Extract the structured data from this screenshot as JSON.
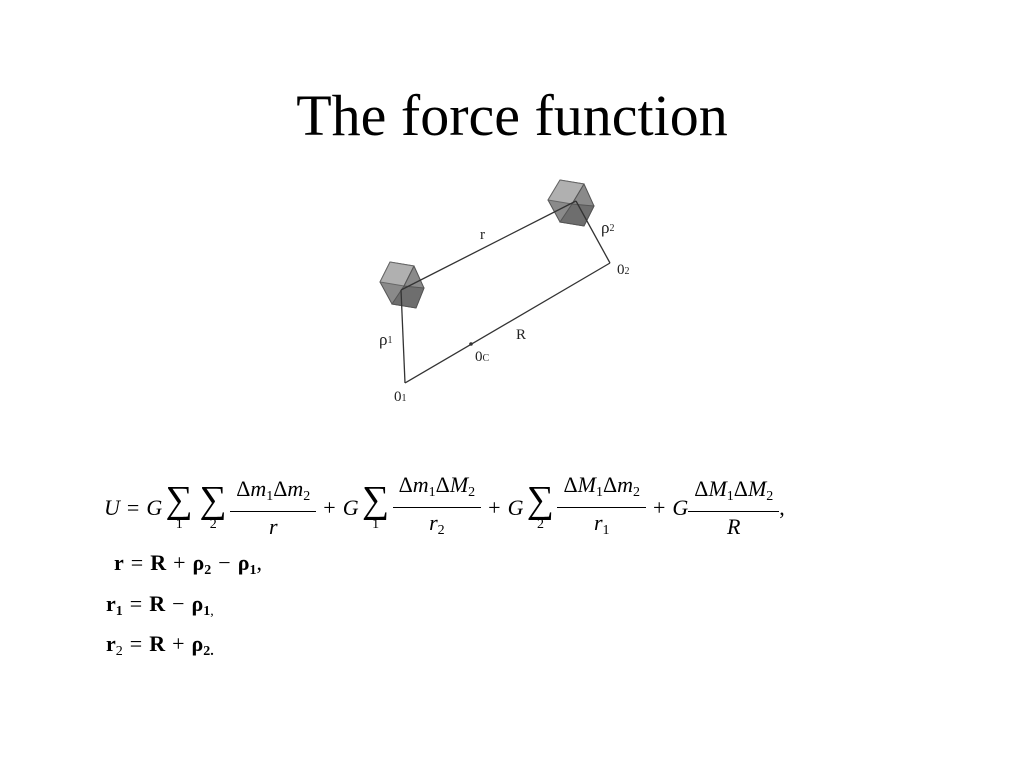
{
  "title": "The force function",
  "diagram": {
    "labels": {
      "r": "r",
      "rho2": "ρ",
      "rho2_sub": "2",
      "o2": "0",
      "o2_sub": "2",
      "R": "R",
      "rho1": "ρ",
      "rho1_sub": "1",
      "oc": "0",
      "oc_sub": "C",
      "o1": "0",
      "o1_sub": "1"
    }
  },
  "equations": {
    "U": "U",
    "eq": "=",
    "G": "G",
    "plus": "+",
    "minus": "−",
    "sigma": "∑",
    "sum_idx_1": "1",
    "sum_idx_2": "2",
    "delta": "Δ",
    "m": "m",
    "M": "M",
    "r": "r",
    "R": "R",
    "rho": "ρ",
    "one": "1",
    "two": "2",
    "comma": ",",
    "period": "."
  }
}
